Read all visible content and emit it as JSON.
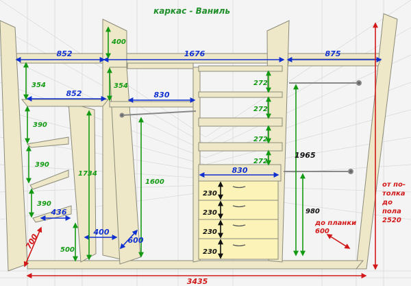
{
  "title": "каркас - Ваниль",
  "colors": {
    "panel": "#efe8c8",
    "panel_stroke": "#8a8a7a",
    "drawer": "#fbf3b8",
    "blue": "#1030d0",
    "green": "#139a13",
    "red": "#d21818",
    "title": "#1f8f2a",
    "grid": "#d8d8d8"
  },
  "dimensions": {
    "w_top_left": "852",
    "w_top_center": "1676",
    "w_top_right": "875",
    "w_shelf_left": "852",
    "w_shelf_center": "830",
    "w_drawers": "830",
    "w_shelf_small": "436",
    "w_bottom_left": "400",
    "d_bottom": "600",
    "h_top_left": "354",
    "h_top_mid": "354",
    "h_panel_top": "400",
    "h_shelf_1": "390",
    "h_shelf_2": "390",
    "h_shelf_3": "390",
    "h_bottom_left": "500",
    "h_col_left": "1734",
    "h_col_center": "1600",
    "h_shelf_r1": "272",
    "h_shelf_r2": "272",
    "h_shelf_r3": "272",
    "h_shelf_r4": "272",
    "h_drawer_1": "230",
    "h_drawer_2": "230",
    "h_drawer_3": "230",
    "h_drawer_4": "230",
    "h_rail_right": "1965",
    "h_rail_low": "980",
    "depth_left": "700",
    "w_total": "3435"
  },
  "notes": {
    "to_rail_line1": "до планки",
    "to_rail_line2": "600",
    "ceiling_1": "от по-",
    "ceiling_2": "толка",
    "ceiling_3": "до",
    "ceiling_4": "пола",
    "ceiling_5": "2520"
  }
}
